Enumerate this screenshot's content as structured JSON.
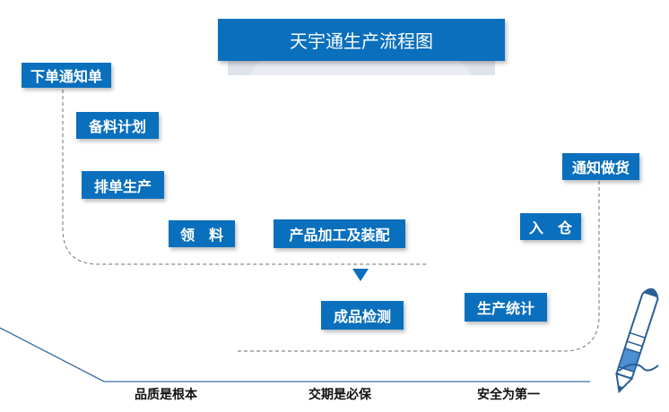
{
  "title": "天宇通生产流程图",
  "steps": {
    "order_notice": "下单通知单",
    "material_plan": "备料计划",
    "schedule_production": "排单生产",
    "pick_materials": "领　料",
    "processing_assembly": "产品加工及装配",
    "inspection": "成品检测",
    "statistics": "生产统计",
    "warehousing": "入　仓",
    "delivery_notice": "通知做货"
  },
  "footer": {
    "item1": "品质是根本",
    "item2": "交期是必保",
    "item3": "安全为第一"
  },
  "colors": {
    "box_blue": "#0a6fbd",
    "dashed_line": "#8a8a8a",
    "ribbon_grey": "#dfe4ea",
    "accent_line": "#3a6ea5"
  }
}
